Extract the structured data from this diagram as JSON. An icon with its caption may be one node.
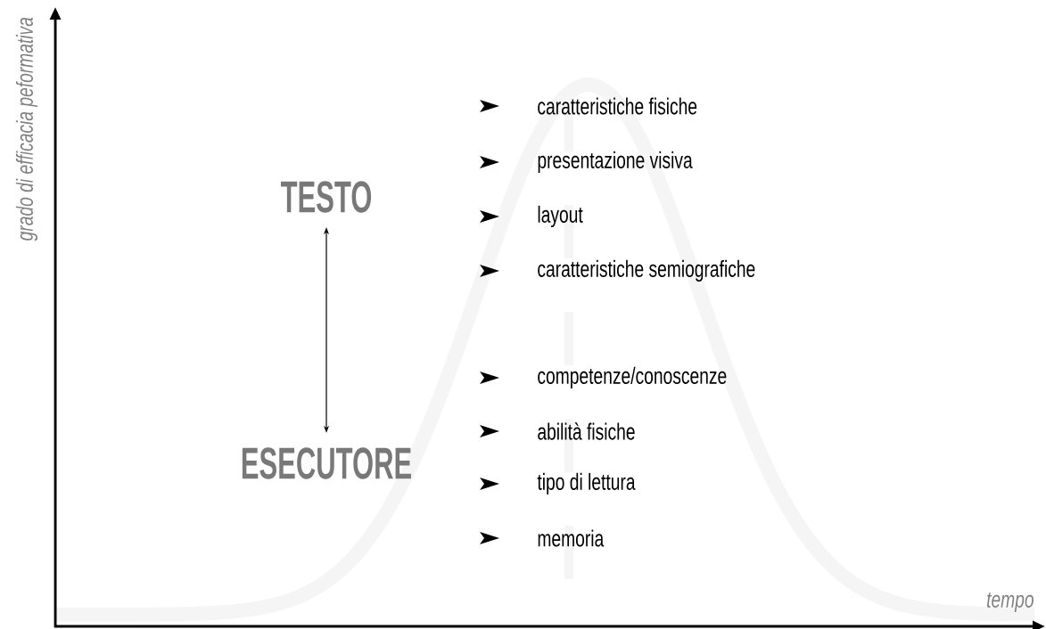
{
  "diagram": {
    "nodes": [
      {
        "text": [
          "TESTO"
        ]
      },
      {
        "text": [
          "ESECUTORE"
        ]
      }
    ],
    "edges": [
      {
        "from": 0,
        "to": 1,
        "arrow": "both"
      }
    ],
    "labels": [
      "grado di efficacia peformativa",
      "caratteristiche fisiche",
      "presentazione visiva",
      "layout",
      "caratteristiche semiografiche",
      "competenze/conoscenze",
      "abilità fisiche",
      "tipo di lettura",
      "memoria",
      "tempo"
    ]
  }
}
